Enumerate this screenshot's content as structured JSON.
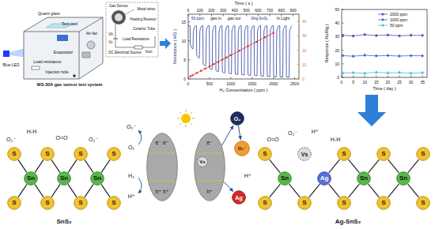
{
  "diagram": {
    "nodes": [
      {
        "text": [
          "S"
        ]
      },
      {
        "text": [
          "S"
        ]
      },
      {
        "text": [
          "S"
        ]
      },
      {
        "text": [
          "S"
        ]
      },
      {
        "text": [
          "Sn"
        ]
      },
      {
        "text": [
          "Sn"
        ]
      },
      {
        "text": [
          "Sn"
        ]
      },
      {
        "text": [
          "S"
        ]
      },
      {
        "text": [
          "S"
        ]
      },
      {
        "text": [
          "S"
        ]
      },
      {
        "text": [
          "S"
        ]
      },
      {
        "text": [
          "e⁻ e⁻",
          "h⁺ h⁺"
        ]
      },
      {
        "text": [
          "e⁻",
          "h⁺"
        ]
      },
      {
        "text": [
          "Vs"
        ],
        "in": 12
      },
      {
        "text": [
          "O₂"
        ]
      },
      {
        "text": [
          "O₂⁻"
        ]
      },
      {
        "text": [
          "Ag"
        ]
      },
      {
        "text": [
          "S"
        ]
      },
      {
        "text": [
          "Vs"
        ]
      },
      {
        "text": [
          "S"
        ]
      },
      {
        "text": [
          "S"
        ]
      },
      {
        "text": [
          "S"
        ]
      },
      {
        "text": [
          "Sn"
        ]
      },
      {
        "text": [
          "Ag"
        ]
      },
      {
        "text": [
          "Sn"
        ]
      },
      {
        "text": [
          "Sn"
        ]
      },
      {
        "text": [
          "S"
        ]
      },
      {
        "text": [
          "S"
        ]
      },
      {
        "text": [
          "S"
        ]
      },
      {
        "text": [
          "S"
        ]
      },
      {
        "text": [
          "S"
        ]
      }
    ],
    "edges": [
      {
        "from": 4,
        "to": 0,
        "arrow": "none"
      },
      {
        "from": 4,
        "to": 1,
        "arrow": "none"
      },
      {
        "from": 4,
        "to": 7,
        "arrow": "none"
      },
      {
        "from": 4,
        "to": 8,
        "arrow": "none"
      },
      {
        "from": 5,
        "to": 1,
        "arrow": "none"
      },
      {
        "from": 5,
        "to": 2,
        "arrow": "none"
      },
      {
        "from": 5,
        "to": 8,
        "arrow": "none"
      },
      {
        "from": 5,
        "to": 9,
        "arrow": "none"
      },
      {
        "from": 6,
        "to": 2,
        "arrow": "none"
      },
      {
        "from": 6,
        "to": 3,
        "arrow": "none"
      },
      {
        "from": 6,
        "to": 9,
        "arrow": "none"
      },
      {
        "from": 6,
        "to": 10,
        "arrow": "none"
      },
      {
        "from": 22,
        "to": 17,
        "arrow": "none"
      },
      {
        "from": 22,
        "to": 26,
        "arrow": "none"
      },
      {
        "from": 22,
        "to": 27,
        "arrow": "none"
      },
      {
        "from": 23,
        "to": 19,
        "arrow": "none"
      },
      {
        "from": 23,
        "to": 27,
        "arrow": "none"
      },
      {
        "from": 23,
        "to": 28,
        "arrow": "none"
      },
      {
        "from": 24,
        "to": 19,
        "arrow": "none"
      },
      {
        "from": 24,
        "to": 20,
        "arrow": "none"
      },
      {
        "from": 24,
        "to": 28,
        "arrow": "none"
      },
      {
        "from": 24,
        "to": 29,
        "arrow": "none"
      },
      {
        "from": 25,
        "to": 20,
        "arrow": "none"
      },
      {
        "from": 25,
        "to": 21,
        "arrow": "none"
      },
      {
        "from": 25,
        "to": 29,
        "arrow": "none"
      },
      {
        "from": 25,
        "to": 30,
        "arrow": "none"
      },
      {
        "from": 12,
        "to": 14,
        "arrow": "to"
      },
      {
        "from": 14,
        "to": 15,
        "arrow": "to"
      },
      {
        "from": 12,
        "to": 16,
        "arrow": "to"
      }
    ],
    "labels": [
      "Blue LED",
      "Quartz glass",
      "Test card",
      "Air-fan",
      "Evaporator",
      "Load resistance",
      "Injection hole",
      "WS-30A gas sensor test system",
      "Gas Sensor",
      "Metal wires",
      "Heating Resistor",
      "Ceramic Tube",
      "DC Electrical Source",
      "Load Resistance",
      "Vh",
      "Vc",
      "Vout",
      "Time ( s )",
      "0",
      "100",
      "200",
      "300",
      "400",
      "500",
      "600",
      "700",
      "800",
      "900",
      "Resistance ( MΩ )",
      "0",
      "5",
      "10",
      "15",
      "H₂ Concentration ( ppm )",
      "0",
      "500",
      "1000",
      "1500",
      "2000",
      "2500",
      "0",
      "10",
      "20",
      "30",
      "40",
      "50 ppm",
      "gas out",
      "3Ag-SnS₂",
      "gas in",
      "In Light",
      "Response ( Ra/Rg )",
      "0",
      "10",
      "20",
      "30",
      "40",
      "50",
      "Time ( day )",
      "0",
      "5",
      "10",
      "15",
      "20",
      "25",
      "30",
      "35",
      "O₂⁻",
      "H-H",
      "O=O",
      "O₂⁻",
      "SnS₂",
      "O₂⁻",
      "O₂",
      "H₂",
      "H⁺",
      "H⁺",
      "O=O",
      "O₂⁻",
      "H⁺",
      "H-H",
      "Ag-SnS₂"
    ],
    "legend": [
      {
        "text": "2000 ppm"
      },
      {
        "text": "1000 ppm"
      },
      {
        "text": "50 ppm"
      }
    ]
  }
}
